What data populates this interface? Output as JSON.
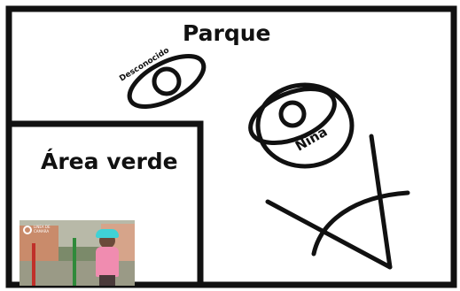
{
  "labels": {
    "park": "Parque",
    "green_area": "Área verde",
    "unknown_person": "Desconocido",
    "girl": "Niña"
  },
  "thumbnail": {
    "logo_text": "LINEA DE\nCAMARA"
  },
  "colors": {
    "ink": "#111111",
    "background": "#ffffff"
  }
}
